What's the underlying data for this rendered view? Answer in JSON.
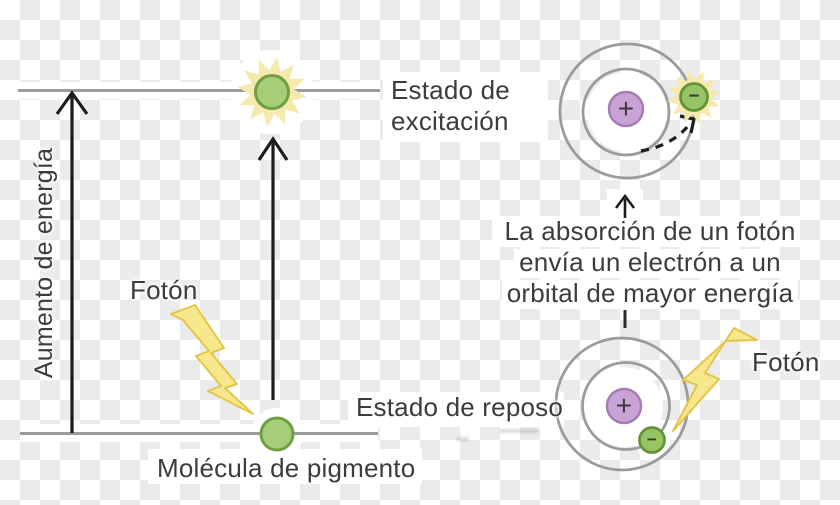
{
  "figure": {
    "energy_diagram": {
      "axis_label": "Aumento de energía",
      "excited_state_line1": "Estado de",
      "excited_state_line2": "excitación",
      "photon_label": "Fotón",
      "ground_state_label": "Estado de reposo",
      "molecule_label": "Molécula de pigmento"
    },
    "atom_diagram": {
      "caption_line1": "La absorción de un fotón",
      "caption_line2": "envía un electrón a un",
      "caption_line3": "orbital de mayor energía",
      "photon_label": "Fotón",
      "nucleus_symbol": "+",
      "electron_symbol": "−"
    },
    "colors": {
      "text": "#3c3c3c",
      "orbit_gray": "#9b9b9b",
      "checker_light": "#ffffff",
      "checker_dark": "#ebebeb",
      "molecule_fill": "#a6ce78",
      "molecule_border": "#6f9e43",
      "electron_fill": "#97c465",
      "electron_border": "#639434",
      "nucleus_fill": "#c9a3d6",
      "nucleus_border": "#a47bb5",
      "photon_bolt_fill": "#f8e88d",
      "photon_bolt_border": "#e2c64a",
      "glow_fill": "#f5e9ad"
    }
  }
}
